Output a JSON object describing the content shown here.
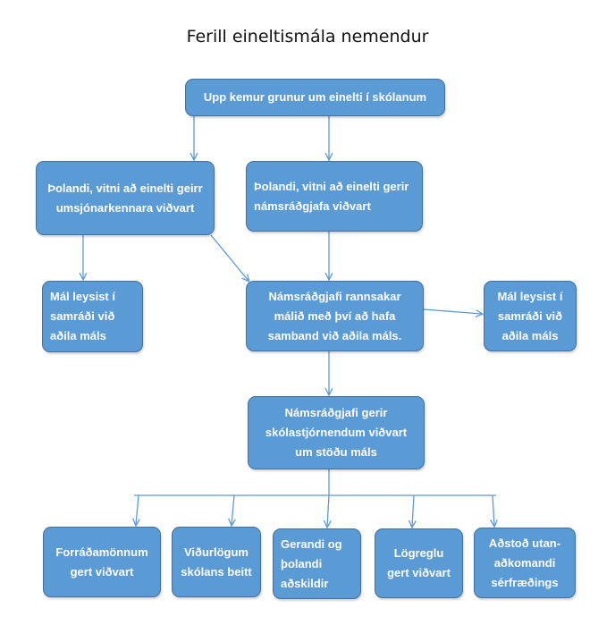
{
  "title": "Ferill eineltismála nemendur",
  "colors": {
    "box_fill": "#5b9bd5",
    "box_border": "#41719c",
    "line": "#5b9bd5"
  },
  "boxes": {
    "top": "Upp kemur grunur um einelti í skólanum",
    "report_supervisor": "Þolandi, vitni að einelti geirr umsjónarkennara viðvart",
    "report_counselor": "Þolandi, vitni að einelti gerir námsráðgjafa viðvart",
    "resolved_left": "Mál leysist í samráði við aðila máls",
    "investigate": "Námsráðgjafi rannsakar málið með því að hafa samband við aðila máls.",
    "resolved_right": "Mál leysist í samráði við aðila máls",
    "notify_principals": "Námsráðgjafi gerir skólastjórnendum viðvart um stöðu máls",
    "guardians": "Forráðamönnum gert viðvart",
    "sanctions": "Viðurlögum skólans beitt",
    "separated": "Gerandi og þolandi aðskildir",
    "police": "Lögreglu gert viðvart",
    "external": "Aðstoð utan-aðkomandi sérfræðings"
  }
}
